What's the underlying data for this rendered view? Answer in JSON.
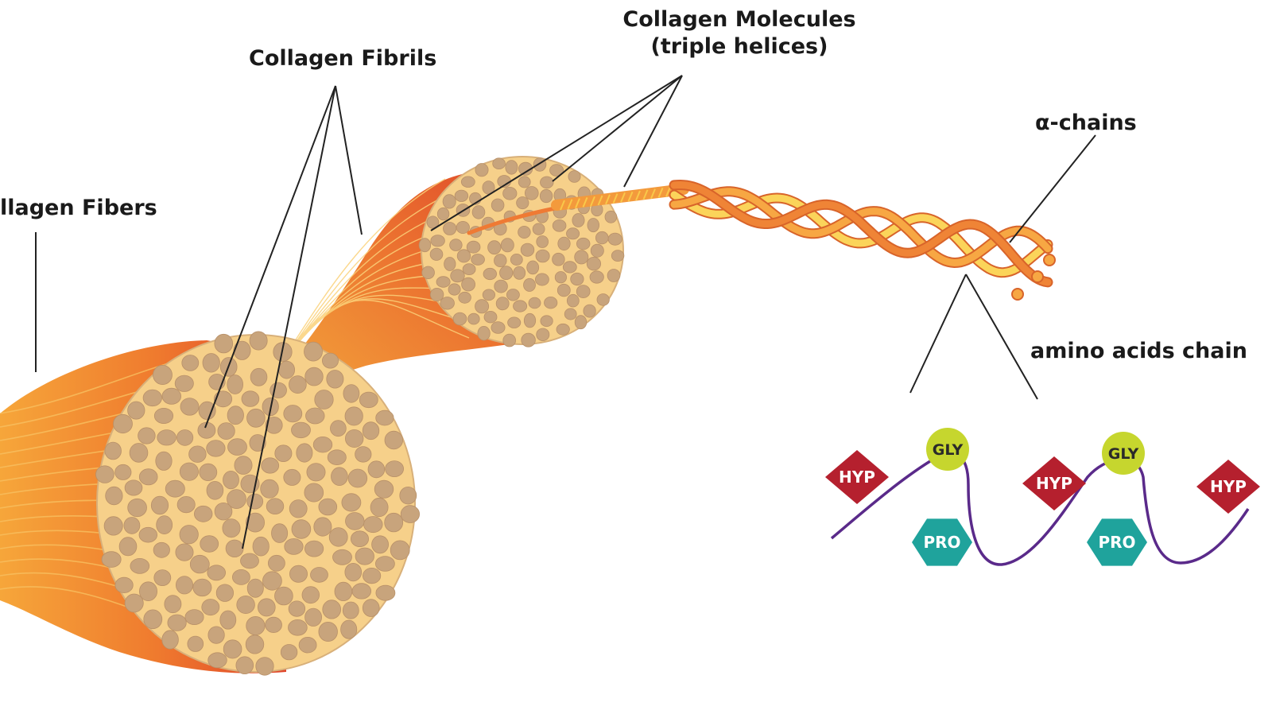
{
  "labels": {
    "fibers": "llagen Fibers",
    "fibrils": "Collagen Fibrils",
    "molecules_line1": "Collagen Molecules",
    "molecules_line2": "(triple helices)",
    "alpha_chains": "α-chains",
    "amino_acids": "amino acids chain"
  },
  "amino_acid_chain": [
    {
      "name": "HYP",
      "shape": "diamond",
      "color": "#b5202e"
    },
    {
      "name": "GLY",
      "shape": "circle",
      "color": "#c6d62e"
    },
    {
      "name": "PRO",
      "shape": "hexagon",
      "color": "#1fa39c"
    },
    {
      "name": "HYP",
      "shape": "diamond",
      "color": "#b5202e"
    },
    {
      "name": "GLY",
      "shape": "circle",
      "color": "#c6d62e"
    },
    {
      "name": "PRO",
      "shape": "hexagon",
      "color": "#1fa39c"
    },
    {
      "name": "HYP",
      "shape": "diamond",
      "color": "#b5202e"
    }
  ],
  "colors": {
    "fiber_orange": "#f08a2a",
    "fiber_red": "#e04a2a",
    "fibril_cross_section": "#f6d08a",
    "fibril_dot": "#c8a47c",
    "helix_yellow": "#f9c84a",
    "chain_line": "#5a2a8a"
  }
}
